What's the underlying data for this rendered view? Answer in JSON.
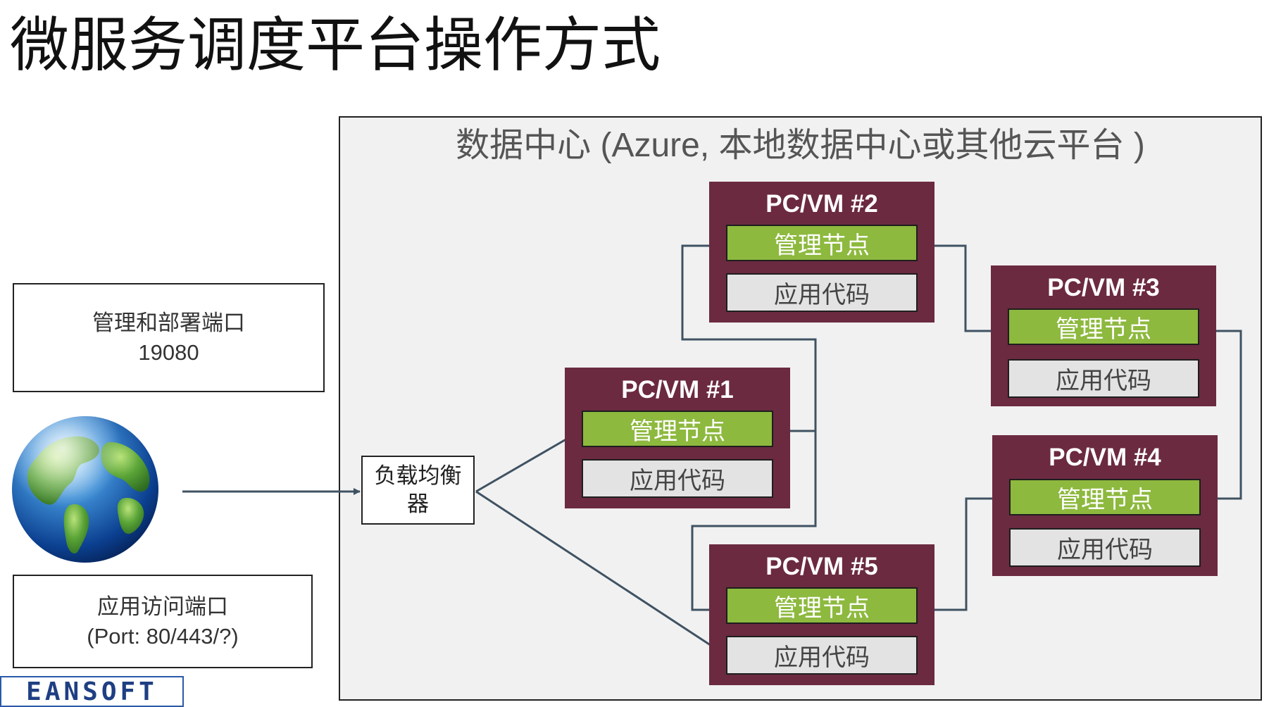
{
  "title": "微服务调度平台操作方式",
  "mgmt_port": {
    "label": "管理和部署端口",
    "value": "19080"
  },
  "app_port": {
    "label": "应用访问端口",
    "value": "(Port: 80/443/?)"
  },
  "datacenter": {
    "title": "数据中心 (Azure, 本地数据中心或其他云平台 )"
  },
  "load_balancer": {
    "label": "负载均衡器"
  },
  "vms": [
    {
      "title": "PC/VM #1",
      "mgmt": "管理节点",
      "code": "应用代码"
    },
    {
      "title": "PC/VM #2",
      "mgmt": "管理节点",
      "code": "应用代码"
    },
    {
      "title": "PC/VM #3",
      "mgmt": "管理节点",
      "code": "应用代码"
    },
    {
      "title": "PC/VM #4",
      "mgmt": "管理节点",
      "code": "应用代码"
    },
    {
      "title": "PC/VM #5",
      "mgmt": "管理节点",
      "code": "应用代码"
    }
  ],
  "logo": {
    "text": "EANSOFT"
  },
  "icons": {
    "globe": "globe-icon"
  },
  "colors": {
    "vm_bg": "#6b2a40",
    "mgmt_bg": "#8db93e",
    "code_bg": "#e3e3e3",
    "wire": "#3f5262"
  }
}
